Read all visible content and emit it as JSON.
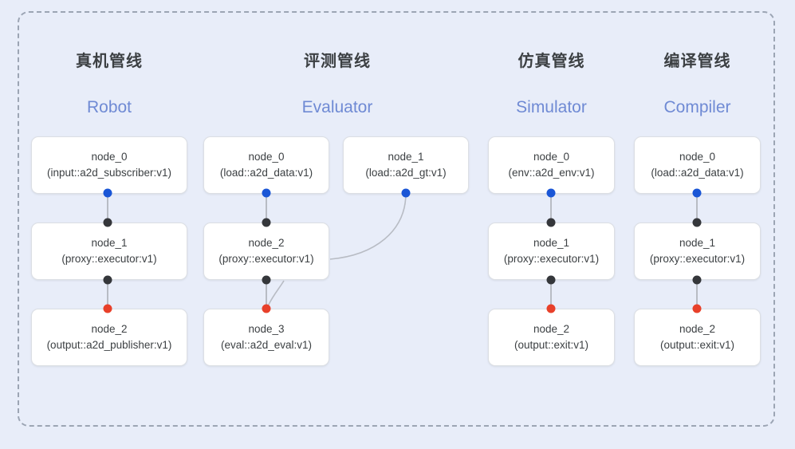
{
  "frame": {
    "style": "dashed-rounded-rectangle",
    "border_color": "#9ca5b4"
  },
  "colors": {
    "background": "#e8edf9",
    "card": "#ffffff",
    "card_border": "#dcdfe4",
    "text": "#3c4043",
    "accent_en_title": "#6f8ad4",
    "dot_input": "#1a56d6",
    "dot_middle": "#35373b",
    "dot_output": "#e8402a",
    "edge_line": "#b8bcc4"
  },
  "columns": [
    {
      "id": "robot",
      "cn_title": "真机管线",
      "en_title": "Robot",
      "nodes": [
        {
          "name": "node_0",
          "type": "(input::a2d_subscriber:v1)"
        },
        {
          "name": "node_1",
          "type": "(proxy::executor:v1)"
        },
        {
          "name": "node_2",
          "type": "(output::a2d_publisher:v1)"
        }
      ]
    },
    {
      "id": "evaluator",
      "cn_title": "评测管线",
      "en_title": "Evaluator",
      "nodes": [
        {
          "name": "node_0",
          "type": "(load::a2d_data:v1)"
        },
        {
          "name": "node_1",
          "type": "(load::a2d_gt:v1)"
        },
        {
          "name": "node_2",
          "type": "(proxy::executor:v1)"
        },
        {
          "name": "node_3",
          "type": "(eval::a2d_eval:v1)"
        }
      ]
    },
    {
      "id": "simulator",
      "cn_title": "仿真管线",
      "en_title": "Simulator",
      "nodes": [
        {
          "name": "node_0",
          "type": "(env::a2d_env:v1)"
        },
        {
          "name": "node_1",
          "type": "(proxy::executor:v1)"
        },
        {
          "name": "node_2",
          "type": "(output::exit:v1)"
        }
      ]
    },
    {
      "id": "compiler",
      "cn_title": "编译管线",
      "en_title": "Compiler",
      "nodes": [
        {
          "name": "node_0",
          "type": "(load::a2d_data:v1)"
        },
        {
          "name": "node_1",
          "type": "(proxy::executor:v1)"
        },
        {
          "name": "node_2",
          "type": "(output::exit:v1)"
        }
      ]
    }
  ]
}
